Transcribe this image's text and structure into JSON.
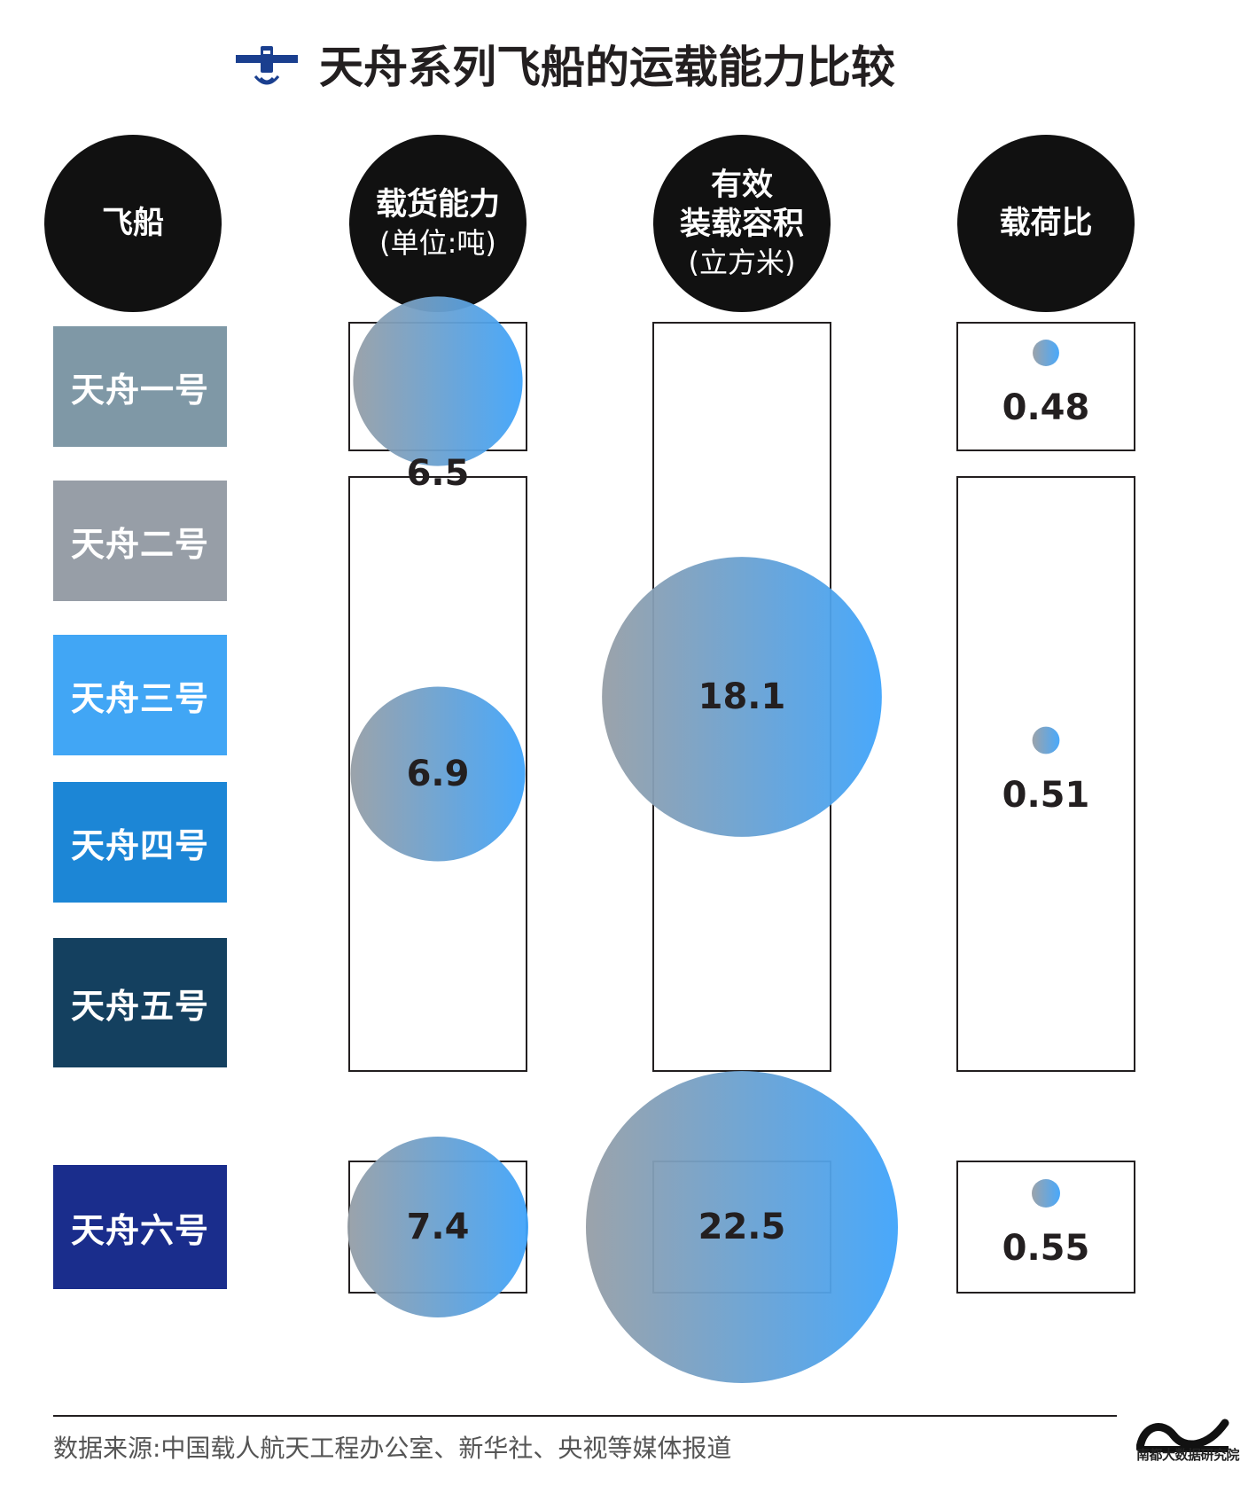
{
  "title": "天舟系列飞船的运载能力比较",
  "header": {
    "ship": "飞船",
    "cargo_l1": "载货能力",
    "cargo_l2": "(单位:吨)",
    "volume_l1": "有效",
    "volume_l2": "装载容积",
    "volume_l3": "(立方米)",
    "ratio": "载荷比"
  },
  "ships": [
    {
      "name": "天舟一号",
      "color": "#7f98a6"
    },
    {
      "name": "天舟二号",
      "color": "#979ea7"
    },
    {
      "name": "天舟三号",
      "color": "#41a6f5"
    },
    {
      "name": "天舟四号",
      "color": "#1c86d6"
    },
    {
      "name": "天舟五号",
      "color": "#14405f"
    },
    {
      "name": "天舟六号",
      "color": "#1a2d8c"
    }
  ],
  "chart_data": {
    "type": "table",
    "columns": [
      "飞船",
      "载货能力(单位:吨)",
      "有效装载容积(立方米)",
      "载荷比"
    ],
    "cargo": [
      {
        "ships": [
          "天舟一号"
        ],
        "value": 6.5,
        "label": "6.5"
      },
      {
        "ships": [
          "天舟二号",
          "天舟三号",
          "天舟四号",
          "天舟五号"
        ],
        "value": 6.9,
        "label": "6.9"
      },
      {
        "ships": [
          "天舟六号"
        ],
        "value": 7.4,
        "label": "7.4"
      }
    ],
    "volume": [
      {
        "ships": [
          "天舟一号",
          "天舟二号",
          "天舟三号",
          "天舟四号",
          "天舟五号"
        ],
        "value": 18.1,
        "label": "18.1"
      },
      {
        "ships": [
          "天舟六号"
        ],
        "value": 22.5,
        "label": "22.5"
      }
    ],
    "ratio": [
      {
        "ships": [
          "天舟一号"
        ],
        "value": 0.48,
        "label": "0.48"
      },
      {
        "ships": [
          "天舟二号",
          "天舟三号",
          "天舟四号",
          "天舟五号"
        ],
        "value": 0.51,
        "label": "0.51"
      },
      {
        "ships": [
          "天舟六号"
        ],
        "value": 0.55,
        "label": "0.55"
      }
    ],
    "bubble_gradient": [
      "#969ea6",
      "#3fa4fb"
    ]
  },
  "footer": {
    "source": "数据来源:中国载人航天工程办公室、新华社、央视等媒体报道",
    "brand": "南都大数据研究院"
  }
}
